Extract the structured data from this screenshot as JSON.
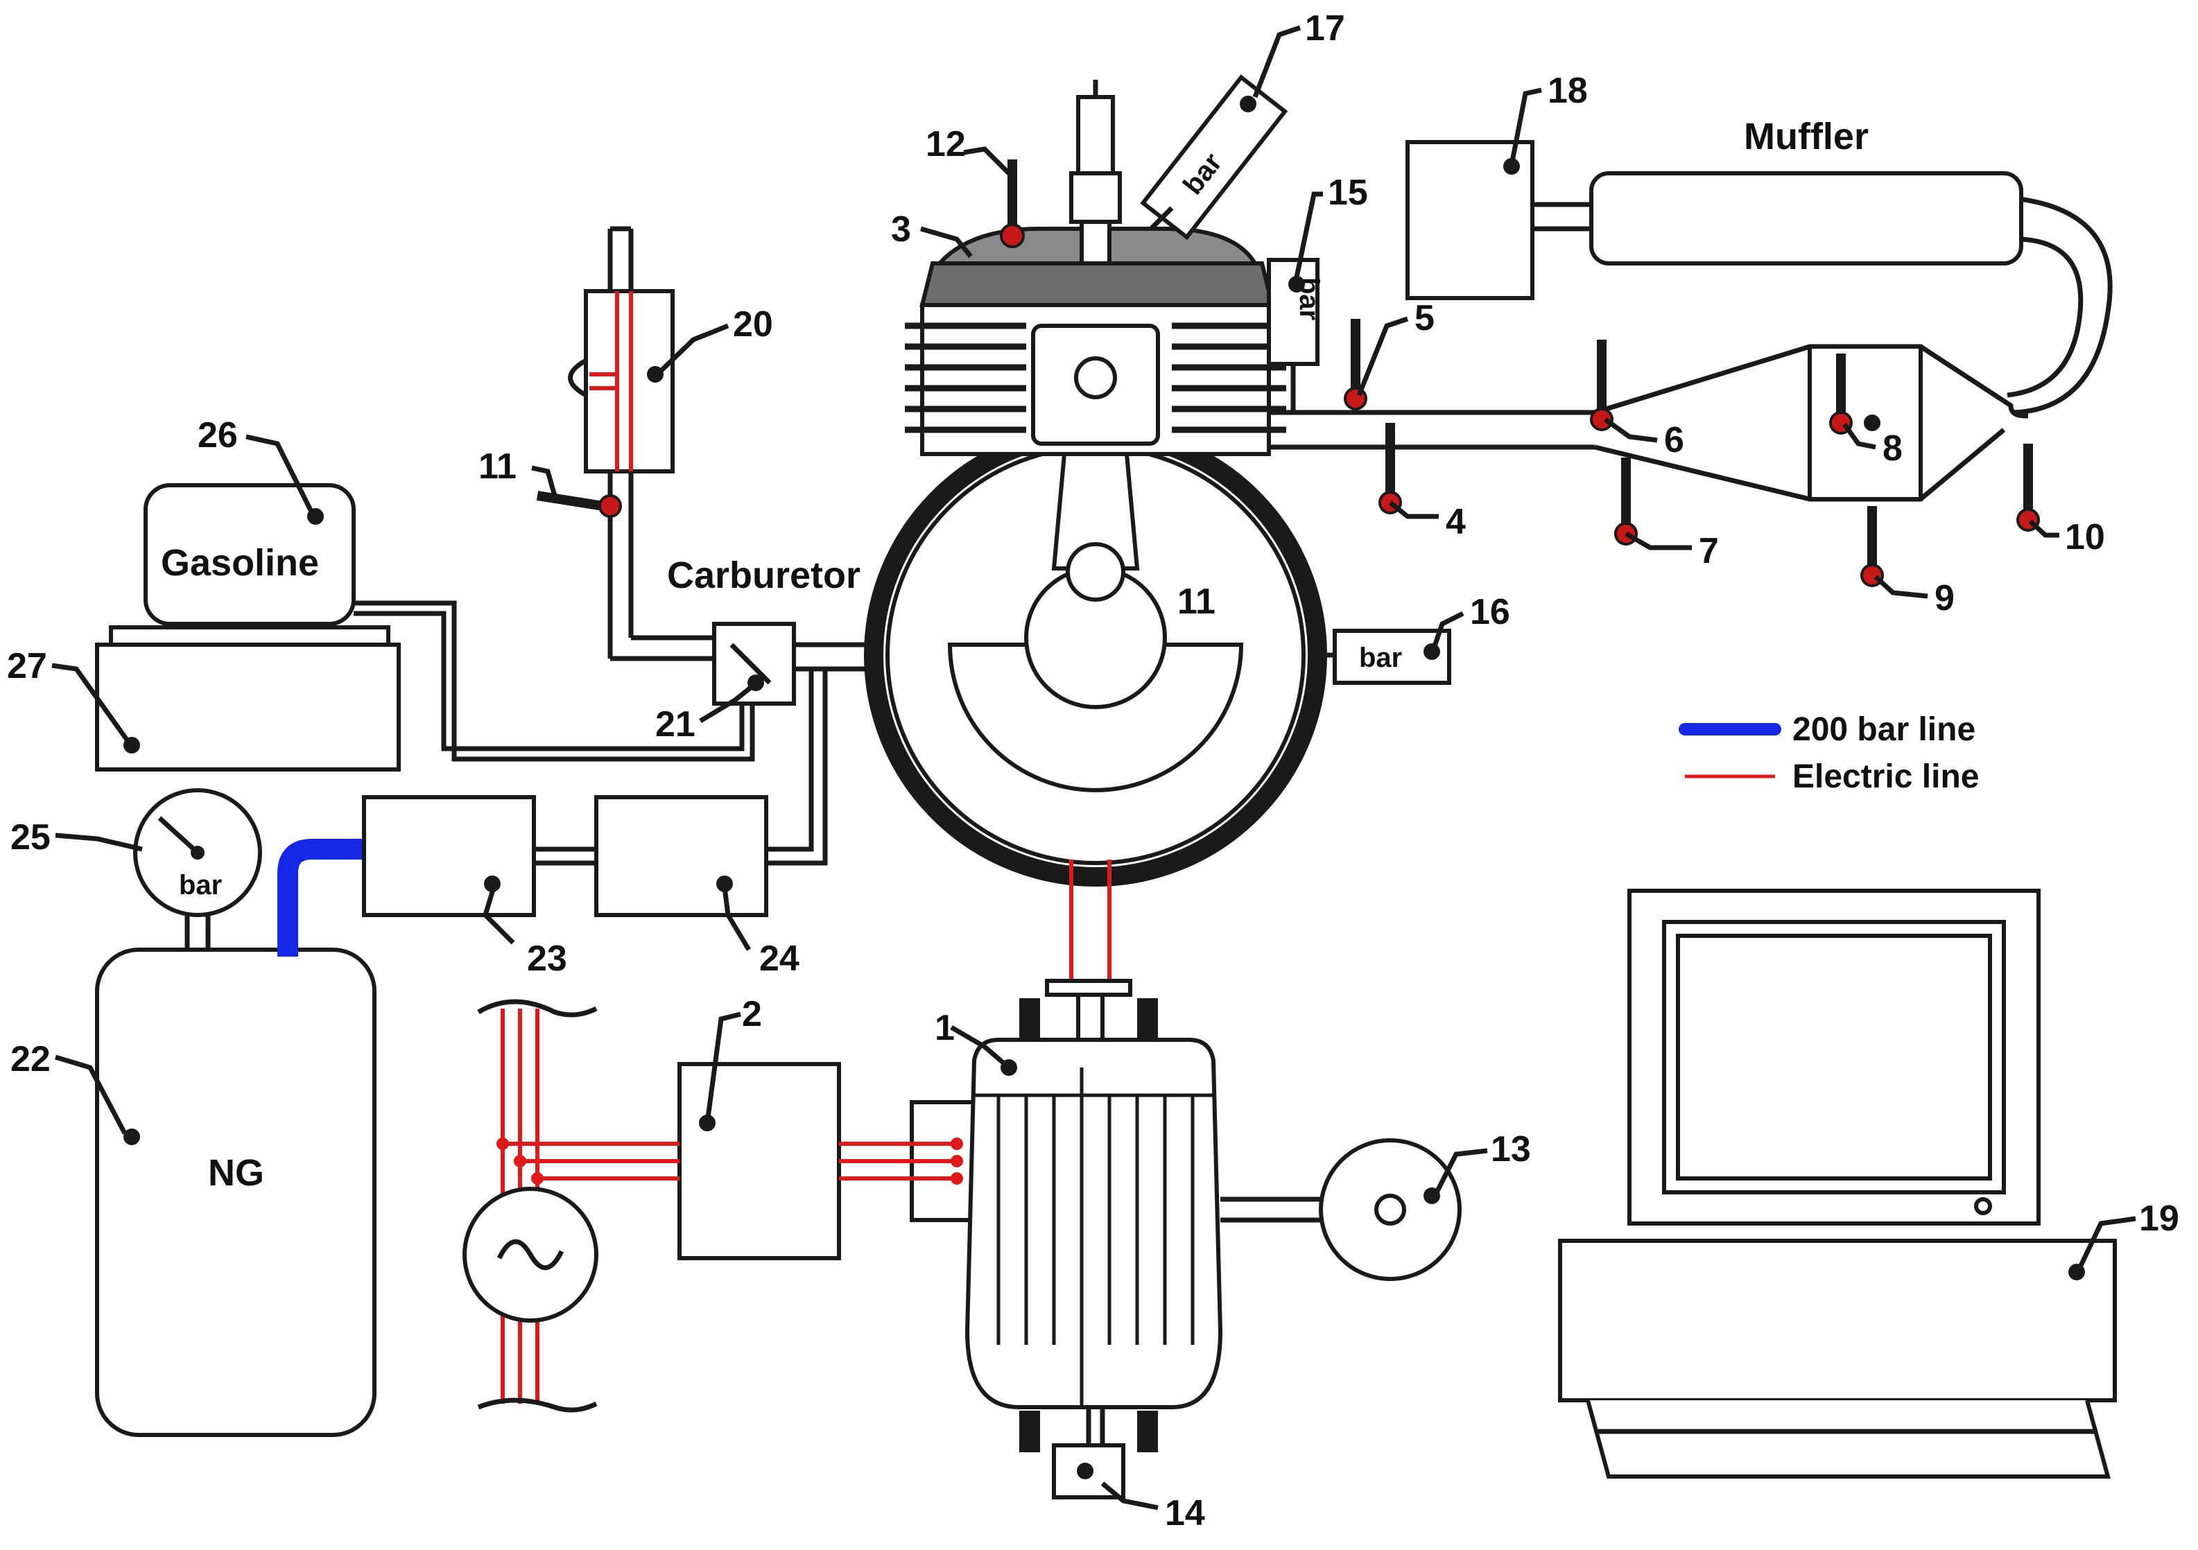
{
  "labels": {
    "gasoline": "Gasoline",
    "carburetor": "Carburetor",
    "muffler": "Muffler",
    "ng": "NG",
    "bar": "bar"
  },
  "legend": {
    "high_pressure": "200 bar line",
    "electric": "Electric line",
    "high_pressure_color": "#1428e6",
    "electric_color": "#e0191b"
  },
  "numbers": {
    "n1": "1",
    "n2": "2",
    "n3": "3",
    "n4": "4",
    "n5": "5",
    "n6": "6",
    "n7": "7",
    "n8": "8",
    "n9": "9",
    "n10": "10",
    "n11a": "11",
    "n11b": "11",
    "n12": "12",
    "n13": "13",
    "n14": "14",
    "n15": "15",
    "n16": "16",
    "n17": "17",
    "n18": "18",
    "n19": "19",
    "n20": "20",
    "n21": "21",
    "n22": "22",
    "n23": "23",
    "n24": "24",
    "n25": "25",
    "n26": "26",
    "n27": "27"
  }
}
